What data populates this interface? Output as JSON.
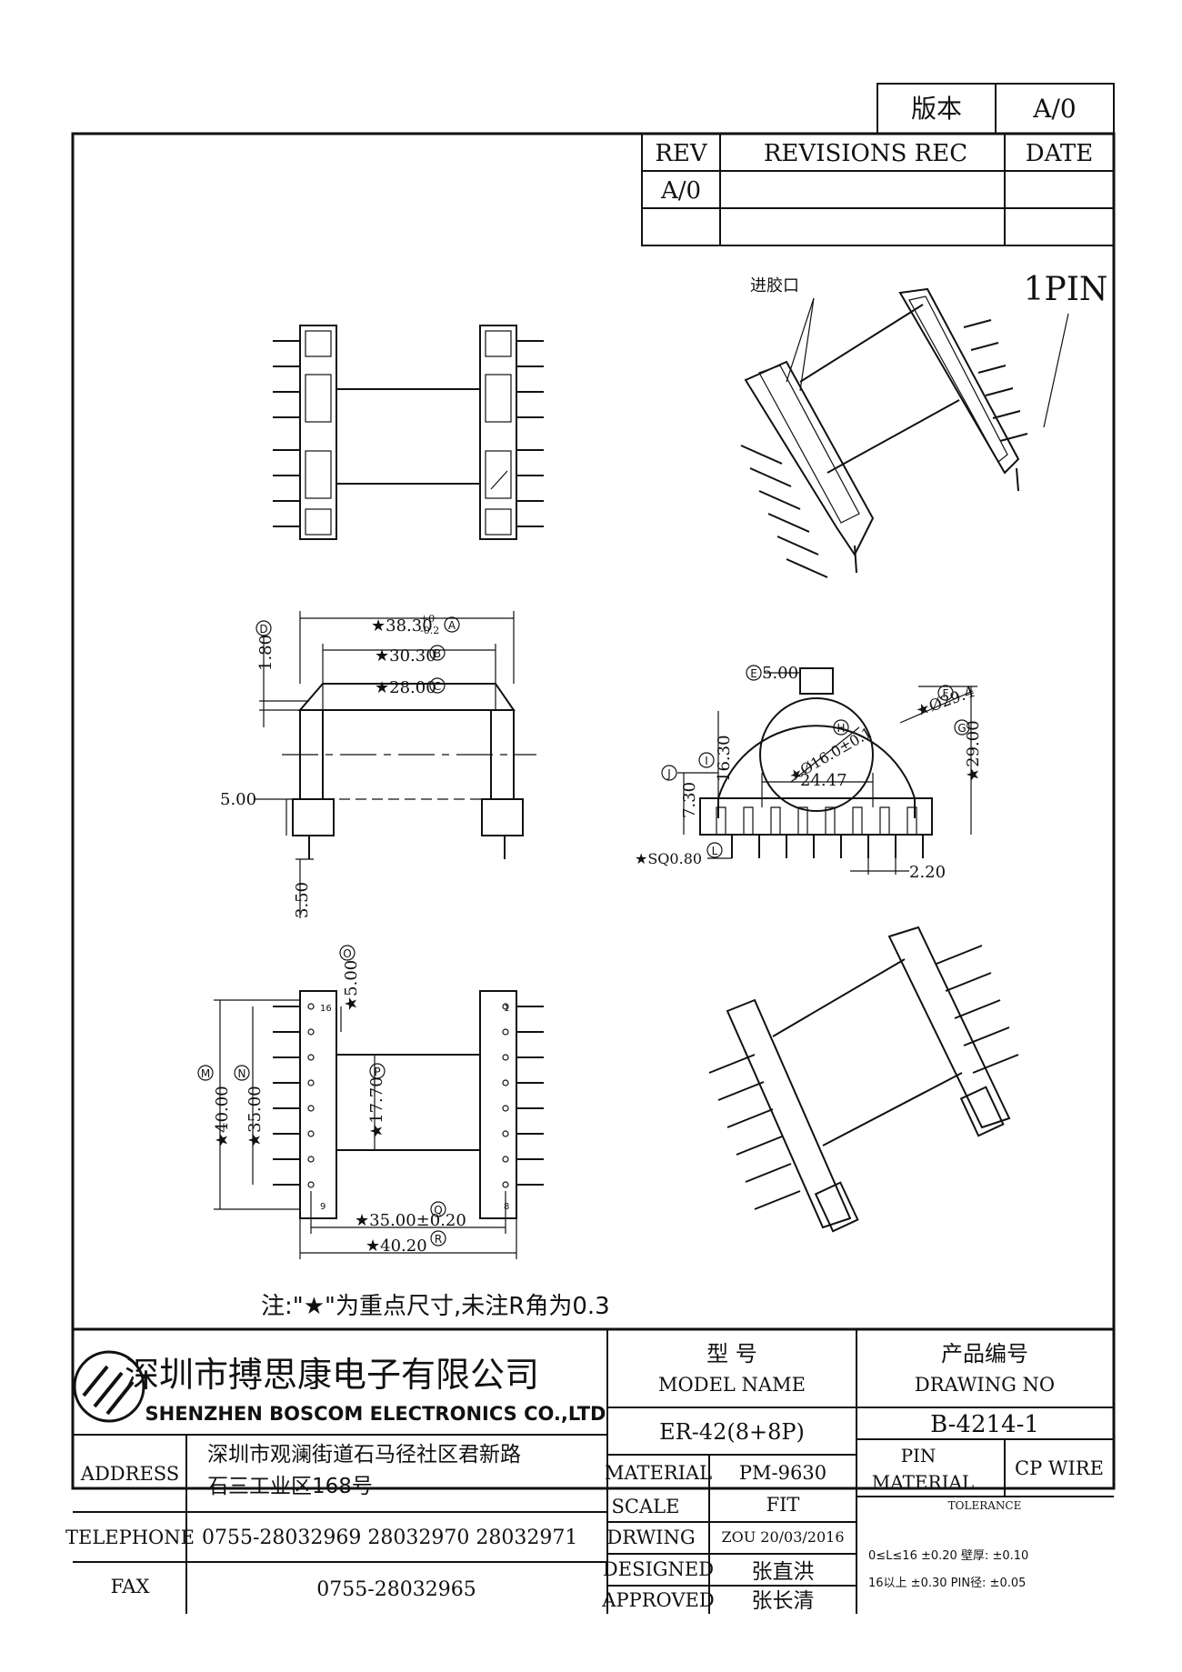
{
  "version_box": {
    "label": "版本",
    "value": "A/0"
  },
  "revisions": {
    "headers": [
      "REV",
      "REVISIONS REC",
      "DATE"
    ],
    "rows": [
      [
        "A/0",
        "",
        ""
      ],
      [
        "",
        "",
        ""
      ]
    ]
  },
  "iso_top": {
    "gate_label": "进胶口",
    "pin1_label": "1PIN"
  },
  "front_view": {
    "dim_a": "38.30",
    "tol_a_plus": "+0",
    "tol_a_minus": "-0.2",
    "mark_a": "A",
    "dim_b": "30.30",
    "mark_b": "B",
    "dim_c": "28.00",
    "mark_c": "C",
    "dim_d": "1.80",
    "mark_d": "D",
    "dim_left": "5.00",
    "dim_pin": "3.50"
  },
  "side_view": {
    "dim_e": "5.00",
    "mark_e": "E",
    "dim_f": "Ø29.4",
    "mark_f": "F",
    "dim_g": "29.00",
    "mark_g": "G",
    "dim_h": "Ø16.0±0.1",
    "mark_h": "H",
    "dim_i": "16.30",
    "mark_i": "I",
    "dim_j": "7.30",
    "mark_j": "J",
    "dim_inner": "24.47",
    "dim_l": "SQ0.80",
    "mark_l": "L",
    "dim_pitch": "2.20"
  },
  "bottom_view": {
    "dim_o": "5.00",
    "mark_o": "O",
    "dim_m": "40.00",
    "mark_m": "M",
    "dim_n": "35.00",
    "mark_n": "N",
    "dim_p": "17.70",
    "mark_p": "P",
    "dim_q": "35.00±0.20",
    "mark_q": "Q",
    "dim_r": "40.20",
    "mark_r": "R",
    "pin_16": "16",
    "pin_1": "1",
    "pin_9": "9",
    "pin_8": "8"
  },
  "note": "注:\"★\"为重点尺寸,未注R角为0.3",
  "title_block": {
    "company_cn": "深圳市搏思康电子有限公司",
    "company_en": "SHENZHEN BOSCOM ELECTRONICS CO.,LTD",
    "model_cn": "型    号",
    "model_en": "MODEL NAME",
    "model_value": "ER-42(8+8P)",
    "drawing_cn": "产品编号",
    "drawing_en": "DRAWING NO",
    "drawing_value": "B-4214-1",
    "address_label": "ADDRESS",
    "address_line1": "深圳市观澜街道石马径社区君新路",
    "address_line2": "石三工业区168号",
    "telephone_label": "TELEPHONE",
    "telephone_value": "0755-28032969 28032970 28032971",
    "fax_label": "FAX",
    "fax_value": "0755-28032965",
    "material_label": "MATERIAL",
    "material_value": "PM-9630",
    "scale_label": "SCALE",
    "scale_value": "FIT",
    "drwing_label": "DRWING",
    "drwing_value": "ZOU 20/03/2016",
    "designed_label": "DESIGNED",
    "designed_value": "张直洪",
    "approved_label": "APPROVED",
    "approved_value": "张长清",
    "pin_material_label_1": "PIN",
    "pin_material_label_2": "MATERIAL",
    "pin_material_value": "CP WIRE",
    "tolerance_label": "TOLERANCE",
    "tol_line1": "0≤L≤16  ±0.20   壁厚:  ±0.10",
    "tol_line2": "16以上     ±0.30   PIN径: ±0.05"
  }
}
